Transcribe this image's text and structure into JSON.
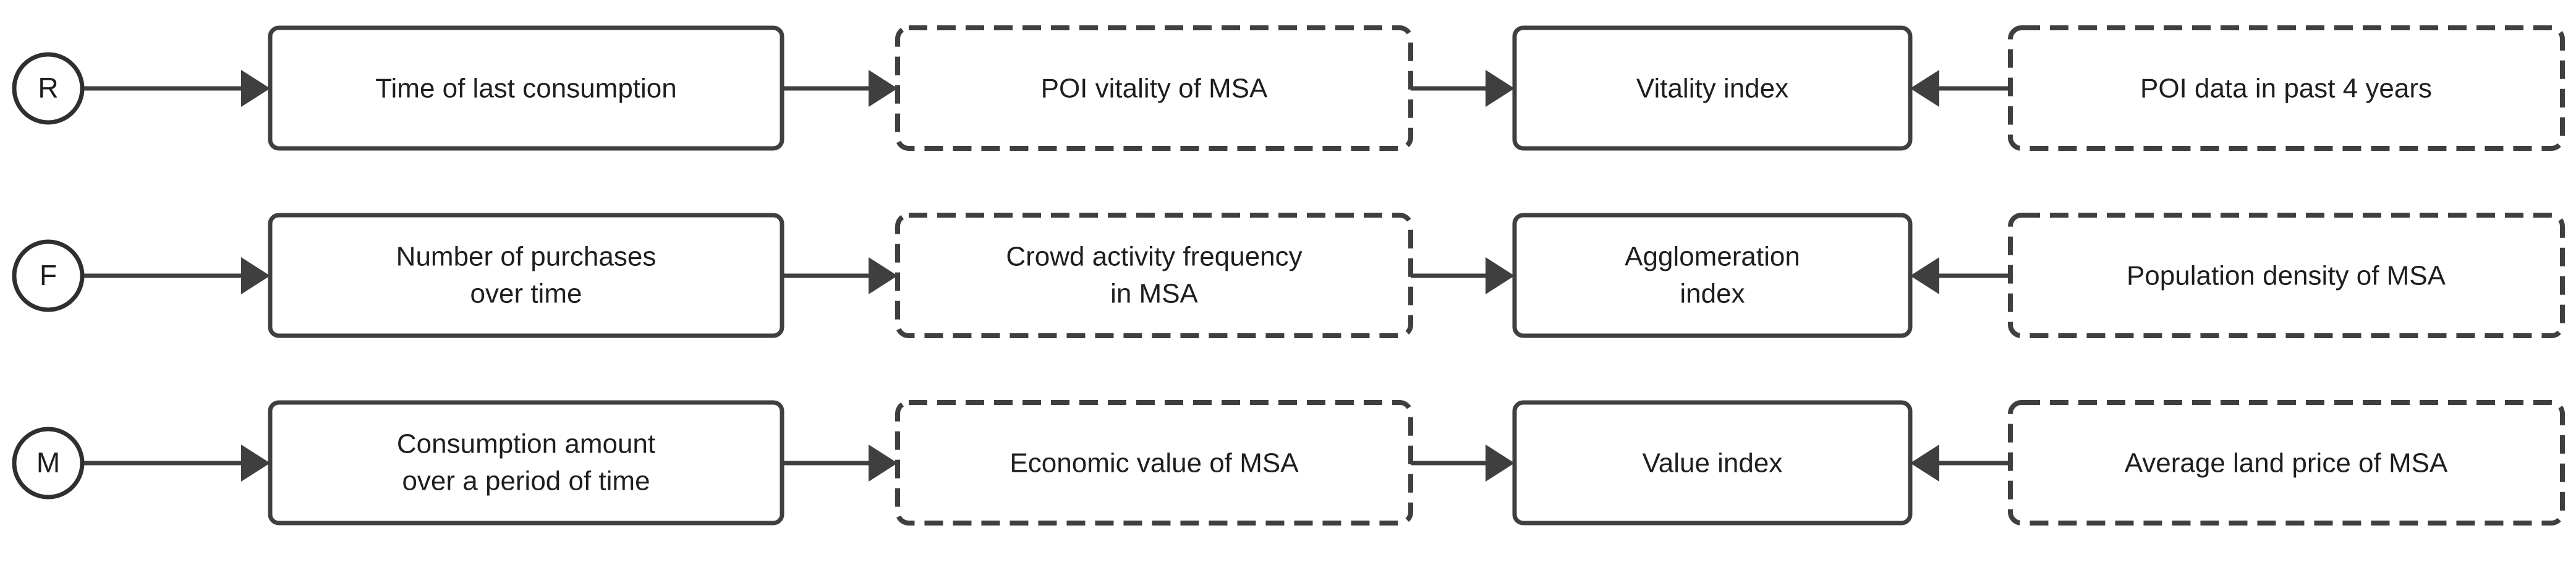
{
  "diagram": {
    "type": "flowchart",
    "orientation": "left-to-right",
    "background_color": "#ffffff",
    "stroke_color": "#3f3f3f",
    "text_color": "#1e1e1e",
    "rows": [
      {
        "key": "R",
        "circle_label": "R",
        "behavior_label": "Time of last consumption",
        "behavior_lines": [
          "Time of last consumption"
        ],
        "dimension_label": "POI vitality of MSA",
        "dimension_lines": [
          "POI vitality of MSA"
        ],
        "index_label": "Vitality index",
        "index_lines": [
          "Vitality index"
        ],
        "source_label": "POI data in past 4 years",
        "source_lines": [
          "POI data in past 4 years"
        ]
      },
      {
        "key": "F",
        "circle_label": "F",
        "behavior_label": "Number of purchases over time",
        "behavior_lines": [
          "Number of purchases",
          "over time"
        ],
        "dimension_label": "Crowd activity frequency in MSA",
        "dimension_lines": [
          "Crowd activity frequency",
          "in MSA"
        ],
        "index_label": "Agglomeration index",
        "index_lines": [
          "Agglomeration",
          "index"
        ],
        "source_label": "Population density of  MSA",
        "source_lines": [
          "Population density of  MSA"
        ]
      },
      {
        "key": "M",
        "circle_label": "M",
        "behavior_label": "Consumption amount over a period of time",
        "behavior_lines": [
          "Consumption amount",
          "over a period of time"
        ],
        "dimension_label": "Economic value of MSA",
        "dimension_lines": [
          "Economic value of MSA"
        ],
        "index_label": "Value index",
        "index_lines": [
          "Value index"
        ],
        "source_label": "Average land price of MSA",
        "source_lines": [
          "Average land price of MSA"
        ]
      }
    ]
  }
}
